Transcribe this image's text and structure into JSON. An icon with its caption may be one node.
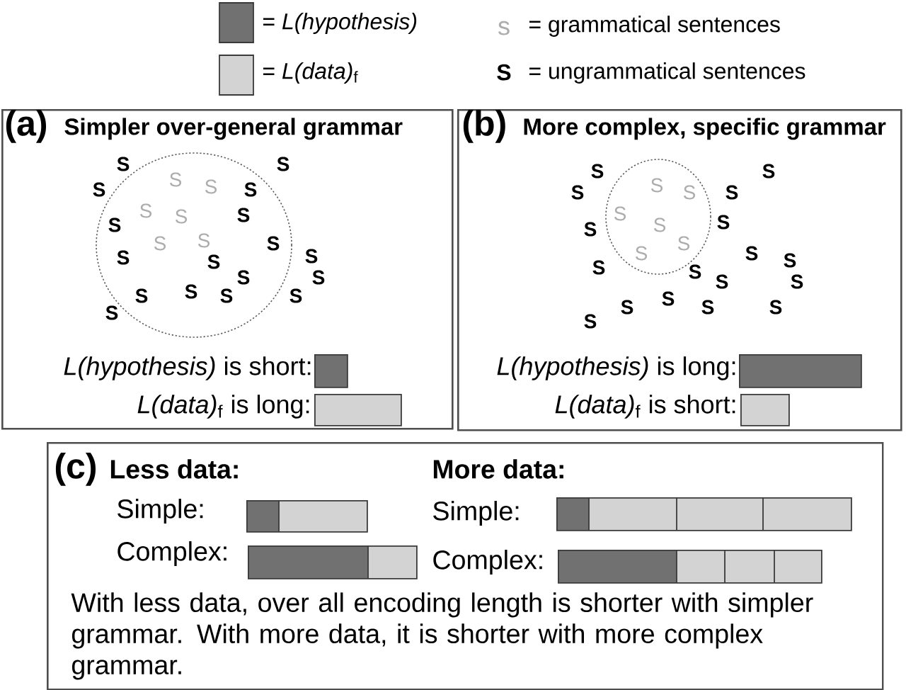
{
  "diagram": {
    "nodes": [
      {
        "text": [
          "(a)",
          "Simpler over-general grammar"
        ]
      },
      {
        "text": [],
        "shape": "circle",
        "in": 0
      },
      {
        "text": [],
        "shape": "bar",
        "in": 0,
        "beside": [
          "*L(hypothesis)* is short:"
        ]
      },
      {
        "text": [],
        "shape": "bar",
        "in": 0,
        "beside": [
          "*L(data)*$_{f}$ is long:"
        ]
      },
      {
        "text": [
          "(b)",
          "More complex, specific grammar"
        ]
      },
      {
        "text": [],
        "shape": "circle",
        "in": 4
      },
      {
        "text": [],
        "shape": "bar",
        "in": 4,
        "beside": [
          "*L(hypothesis)* is long:"
        ]
      },
      {
        "text": [],
        "shape": "bar",
        "in": 4,
        "beside": [
          "*L(data)*$_{f}$ is short:"
        ]
      },
      {
        "text": [
          "(c)",
          "Less data:",
          "More data:",
          "With less data, over all encoding length is shorter with simpler grammar. With more data, it is shorter with more complex grammar."
        ]
      },
      {
        "text": [],
        "shape": "bar",
        "in": 8,
        "beside": [
          "Simple:"
        ]
      },
      {
        "text": [],
        "shape": "bar",
        "in": 8,
        "beside": [
          "Complex:"
        ]
      },
      {
        "text": [],
        "shape": "bar",
        "in": 8,
        "beside": [
          "Simple:"
        ]
      },
      {
        "text": [],
        "shape": "bar",
        "in": 8,
        "beside": [
          "Complex:"
        ]
      }
    ],
    "labels": [
      "s",
      "S",
      "S",
      "S",
      "S",
      "S",
      "S",
      "S",
      "S",
      "S",
      "S",
      "S",
      "S",
      "S",
      "S",
      "S",
      "S",
      "S",
      "S",
      "S",
      "S",
      "S",
      "S",
      "S",
      "S",
      "S",
      "S",
      "S",
      "S",
      "S",
      "S",
      "S",
      "S",
      "S",
      "S",
      "S",
      "S",
      "S",
      "S",
      "S",
      "S",
      "S",
      "S",
      "S",
      "S",
      "S",
      "S",
      "S"
    ],
    "legend": [
      {
        "text": "= *L(hypothesis)*",
        "color": "#717171"
      },
      {
        "text": "= *L(data)*$_{f}$",
        "color": "#d3d3d3"
      },
      {
        "text": "= grammatical sentences"
      },
      {
        "text": "= ungrammatical sentences"
      }
    ]
  }
}
